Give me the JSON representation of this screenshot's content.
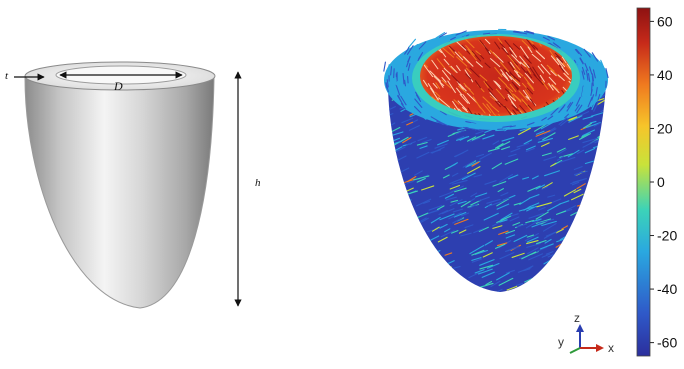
{
  "left": {
    "labels": {
      "thickness": "t",
      "diameter": "D",
      "height": "h"
    }
  },
  "right": {
    "colorbar": {
      "ticks": [
        "60",
        "40",
        "20",
        "0",
        "-20",
        "-40",
        "-60"
      ],
      "min": -65,
      "max": 65,
      "colors": [
        "#2b2f9c",
        "#2f58c8",
        "#2aa8e0",
        "#3cd3b8",
        "#c9e23a",
        "#f6c52a",
        "#f07a1f",
        "#c62a1a",
        "#8e1212"
      ]
    },
    "axes_triad": {
      "x": "x",
      "y": "y",
      "z": "z"
    }
  }
}
